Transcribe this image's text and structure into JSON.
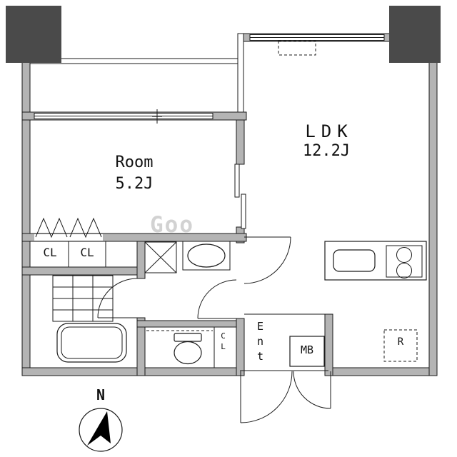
{
  "floorplan": {
    "watermark": "Goo",
    "room": {
      "name": "Room",
      "size": "5.2J"
    },
    "ldk": {
      "name": "LDK",
      "size": "12.2J"
    },
    "closets": {
      "left": "CL",
      "right": "CL",
      "hall": "CL"
    },
    "entrance": {
      "label": "Ent"
    },
    "meter_box": {
      "label": "MB"
    },
    "refrigerator": {
      "label": "R"
    },
    "compass": {
      "north": "N"
    }
  },
  "colors": {
    "wall-fill": "#b4b4b4",
    "pillar-fill": "#4a4a4a",
    "line": "#1a1a1a",
    "watermark": "#a6a6a6"
  }
}
